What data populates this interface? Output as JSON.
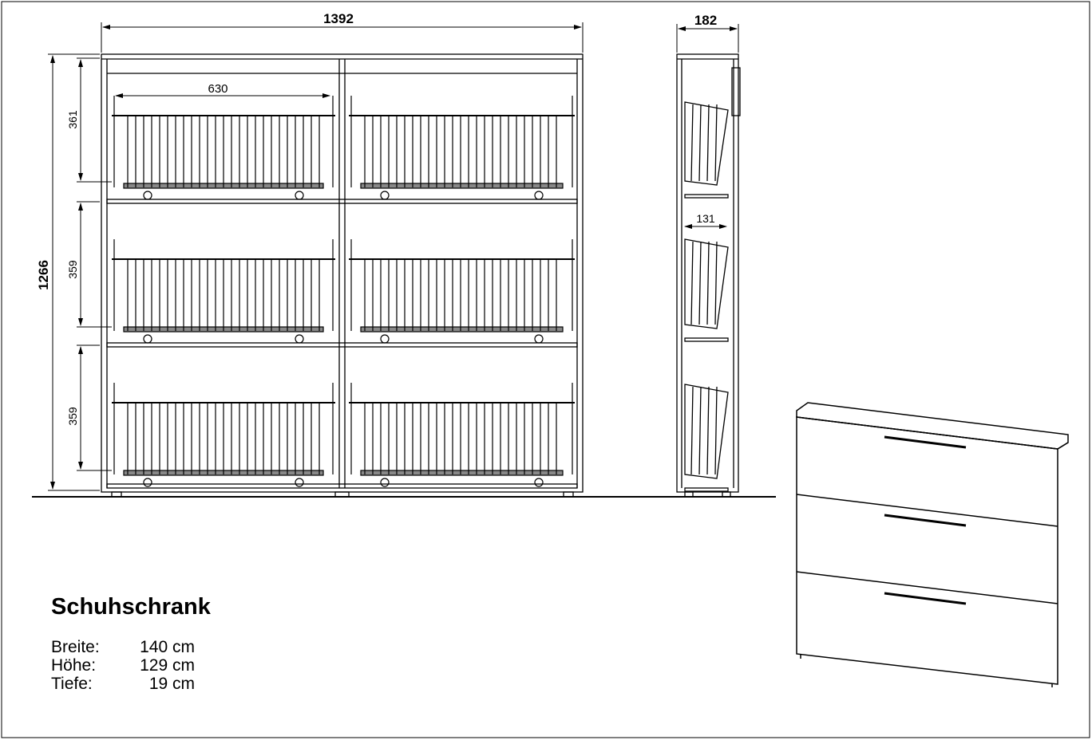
{
  "drawing": {
    "dimensions": {
      "total_width": "1392",
      "total_height": "1266",
      "depth": "182",
      "basket_width": "630",
      "basket_depth": "131",
      "compartment_heights": [
        "361",
        "359",
        "359"
      ]
    }
  },
  "info": {
    "title": "Schuhschrank",
    "specs": [
      {
        "label": "Breite:",
        "value": "140 cm"
      },
      {
        "label": "Höhe:",
        "value": "129 cm"
      },
      {
        "label": "Tiefe:",
        "value": "19 cm"
      }
    ]
  },
  "colors": {
    "line": "#000000",
    "background": "#ffffff"
  }
}
